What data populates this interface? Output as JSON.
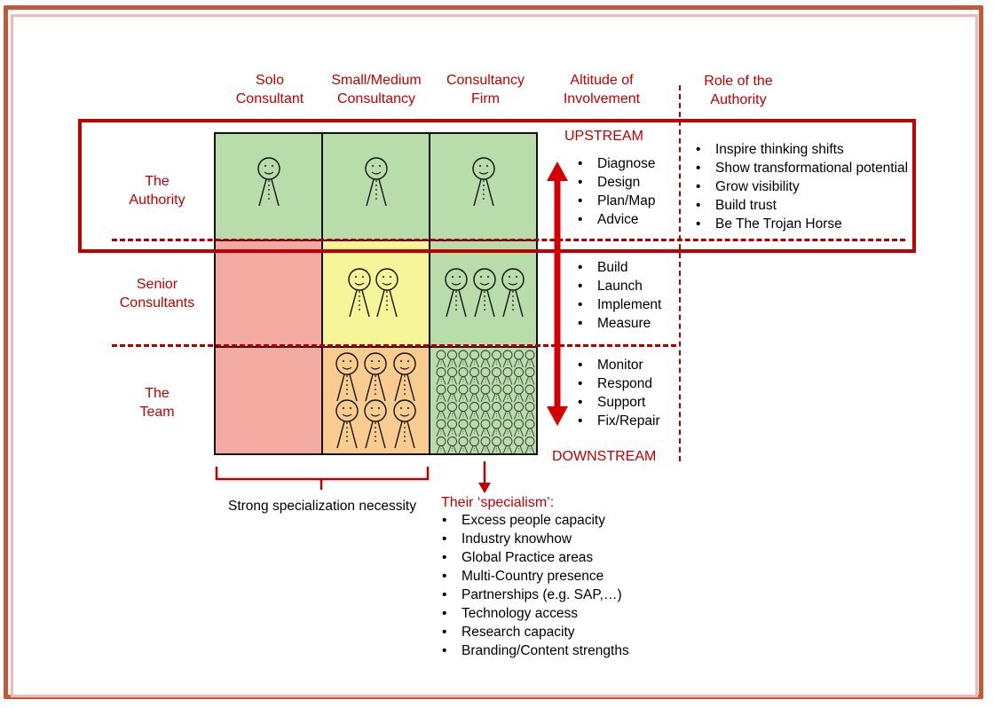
{
  "columns": {
    "solo": "Solo\nConsultant",
    "small": "Small/Medium\nConsultancy",
    "firm": "Consultancy\nFirm",
    "altitude": "Altitude of\nInvolvement",
    "role": "Role of the\nAuthority"
  },
  "rows": {
    "authority": "The\nAuthority",
    "senior": "Senior\nConsultants",
    "team": "The\nTeam"
  },
  "upstream": "UPSTREAM",
  "downstream": "DOWNSTREAM",
  "upstream_activities": [
    "Diagnose",
    "Design",
    "Plan/Map",
    "Advice"
  ],
  "midstream_activities": [
    "Build",
    "Launch",
    "Implement",
    "Measure"
  ],
  "downstream_activities": [
    "Monitor",
    "Respond",
    "Support",
    "Fix/Repair"
  ],
  "authority_roles": [
    "Inspire thinking shifts",
    "Show transformational potential",
    "Grow visibility",
    "Build trust",
    "Be The Trojan Horse"
  ],
  "specialization_note": "Strong specialization necessity",
  "specialism_title": "Their ‘specialism’:",
  "specialism_items": [
    "Excess people capacity",
    "Industry knowhow",
    "Global Practice areas",
    "Multi-Country presence",
    "Partnerships (e.g. SAP,…)",
    "Technology access",
    "Research capacity",
    "Branding/Content strengths"
  ],
  "colors": {
    "accent_red": "#c00000",
    "cell_green": "#b8dcaa",
    "cell_red": "#f3aaa0",
    "cell_yellow": "#f7f59a",
    "cell_orange": "#f8cc8e",
    "frame": "#c25a3a"
  }
}
